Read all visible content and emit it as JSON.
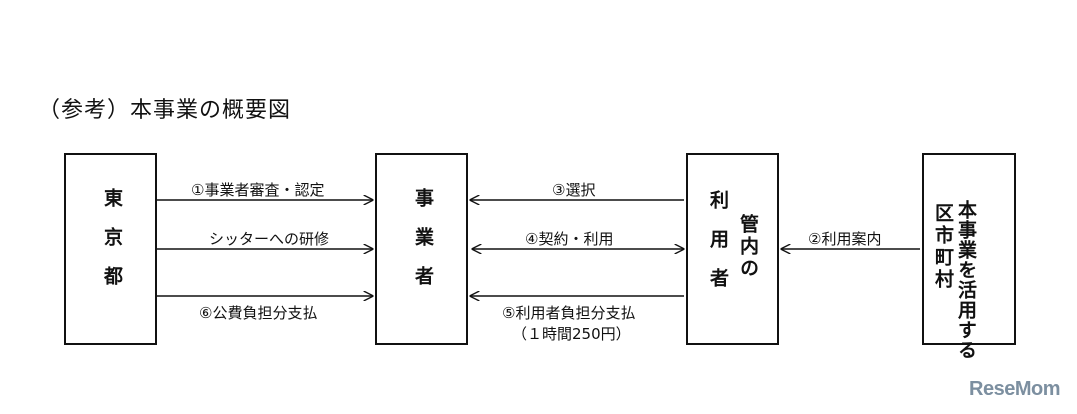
{
  "title": "（参考）本事業の概要図",
  "boxes": {
    "tokyo": "東京都",
    "jigyosha": "事業者",
    "riyosha_col1": "利用者",
    "riyosha_col2": "管内の",
    "kushichoson_col1": "区市町村",
    "kushichoson_col2": "本事業を活用する"
  },
  "arrows": {
    "a1": "①事業者審査・認定",
    "a_training": "シッターへの研修",
    "a6": "⑥公費負担分支払",
    "a3": "③選択",
    "a4": "④契約・利用",
    "a5": "⑤利用者負担分支払",
    "a5_note": "（１時間250円）",
    "a2": "②利用案内"
  },
  "logo": "ReseMom"
}
